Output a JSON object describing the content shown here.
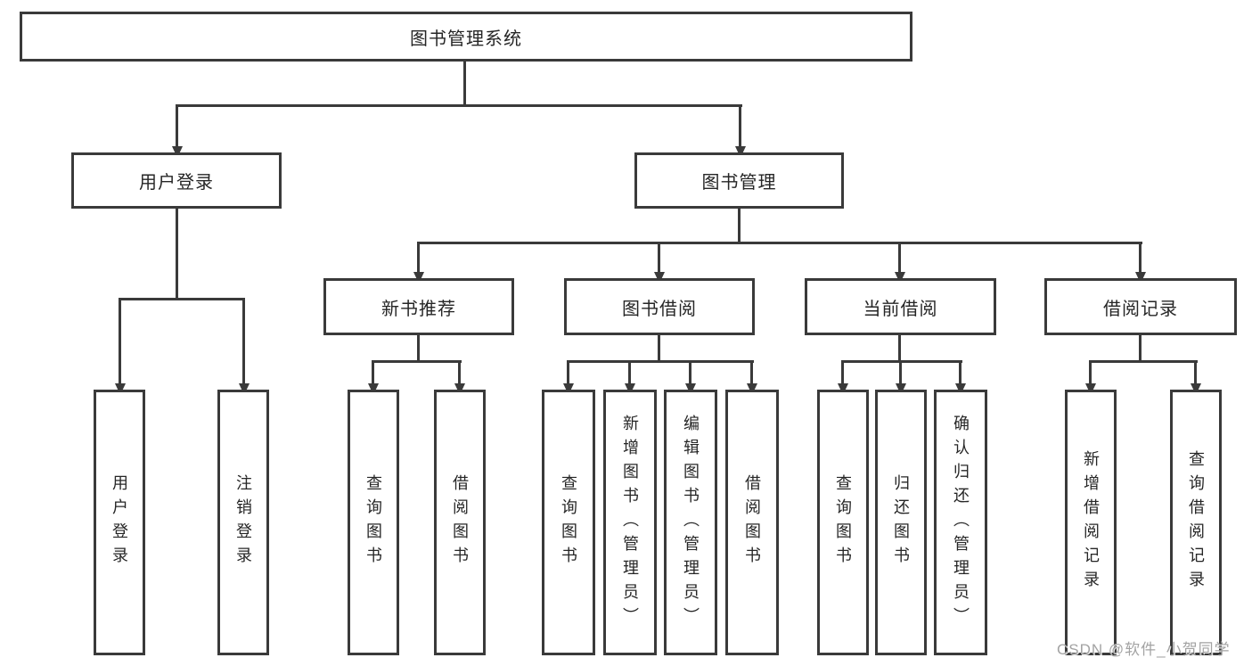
{
  "diagram": {
    "title": "图书管理系统",
    "tree": {
      "root": "图书管理系统",
      "branches": [
        {
          "label": "用户登录",
          "children": [
            "用户登录",
            "注销登录"
          ]
        },
        {
          "label": "图书管理",
          "sections": [
            {
              "label": "新书推荐",
              "children": [
                "查询图书",
                "借阅图书"
              ]
            },
            {
              "label": "图书借阅",
              "children": [
                "查询图书",
                "新增图书（管理员）",
                "编辑图书（管理员）",
                "借阅图书"
              ]
            },
            {
              "label": "当前借阅",
              "children": [
                "查询图书",
                "归还图书",
                "确认归还（管理员）"
              ]
            },
            {
              "label": "借阅记录",
              "children": [
                "新增借阅记录",
                "查询借阅记录"
              ]
            }
          ]
        }
      ]
    },
    "colors": {
      "line": "#3a3a3a",
      "text": "#262626",
      "background": "#ffffff",
      "watermark_text_color": "#a3a3a3"
    }
  },
  "watermark": {
    "text": "CSDN @软件_小贺同学"
  }
}
